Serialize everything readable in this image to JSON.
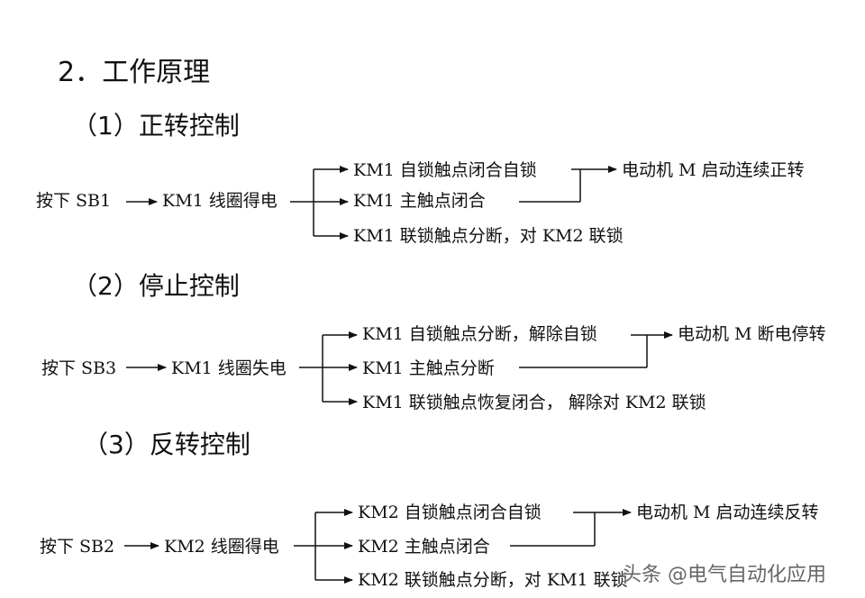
{
  "section_title": "2．工作原理",
  "sections": [
    {
      "heading": "（1）正转控制",
      "start": "按下 SB1",
      "coil": "KM1 线圈得电",
      "branch1": "KM1 自锁触点闭合自锁",
      "branch2": "KM1 主触点闭合",
      "branch3": "KM1 联锁触点分断，对 KM2 联锁",
      "result": "电动机 M 启动连续正转"
    },
    {
      "heading": "（2）停止控制",
      "start": "按下 SB3",
      "coil": "KM1 线圈失电",
      "branch1": "KM1 自锁触点分断，解除自锁",
      "branch2": "KM1 主触点分断",
      "branch3": "KM1 联锁触点恢复闭合， 解除对 KM2 联锁",
      "result": "电动机 M 断电停转"
    },
    {
      "heading": "（3）反转控制",
      "start": "按下 SB2",
      "coil": "KM2 线圈得电",
      "branch1": "KM2 自锁触点闭合自锁",
      "branch2": "KM2 主触点闭合",
      "branch3": "KM2 联锁触点分断，对 KM1 联锁",
      "result": "电动机 M 启动连续反转"
    }
  ],
  "watermark": "头条 @电气自动化应用"
}
